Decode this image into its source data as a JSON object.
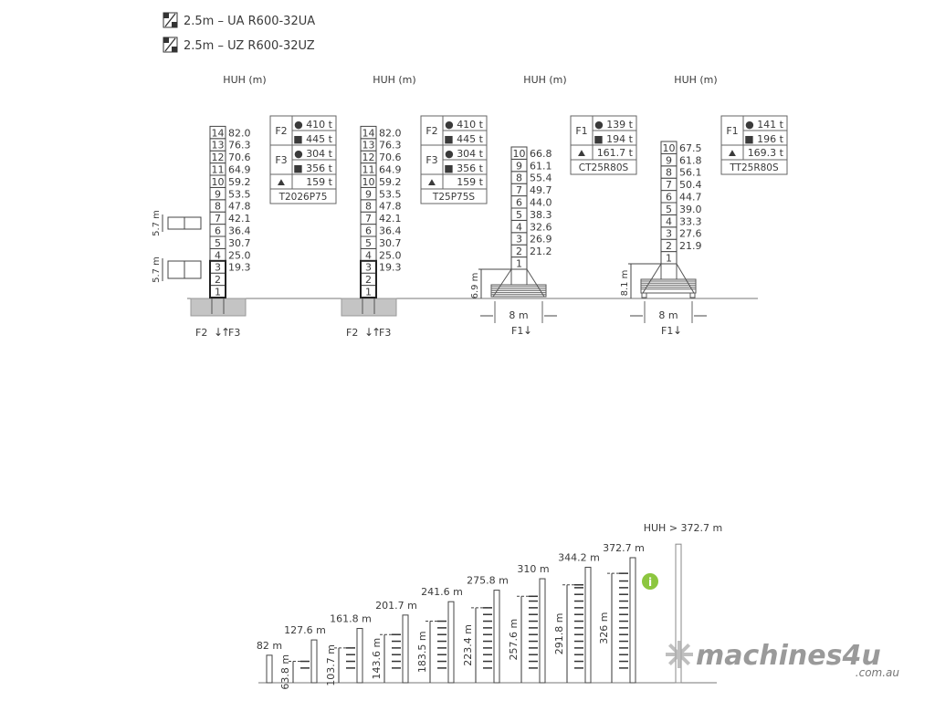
{
  "legend": [
    {
      "icon": "climbing-section-icon",
      "text": "2.5m – UA  R600-32UA"
    },
    {
      "icon": "climbing-section-icon",
      "text": "2.5m – UZ  R600-32UZ"
    }
  ],
  "towers": [
    {
      "huh_label": "HUH (m)",
      "sections": [
        "1",
        "2",
        "3",
        "4",
        "5",
        "6",
        "7",
        "8",
        "9",
        "10",
        "11",
        "12",
        "13",
        "14"
      ],
      "heights": [
        "",
        "",
        "19.3",
        "25.0",
        "30.7",
        "36.4",
        "42.1",
        "47.8",
        "53.5",
        "59.2",
        "64.9",
        "70.6",
        "76.3",
        "82.0"
      ],
      "base": "foundation",
      "dims": [
        "5.7 m",
        "5.7 m"
      ],
      "forces": [
        "F2",
        "F3"
      ],
      "table": {
        "rows": [
          {
            "group": "F2",
            "items": [
              "● 410 t",
              "■ 445 t"
            ]
          },
          {
            "group": "F3",
            "items": [
              "● 304 t",
              "■ 356 t"
            ]
          }
        ],
        "weight": "159 t",
        "weight_icon": "weight-icon",
        "model": "T2026P75"
      }
    },
    {
      "huh_label": "HUH (m)",
      "sections": [
        "1",
        "2",
        "3",
        "4",
        "5",
        "6",
        "7",
        "8",
        "9",
        "10",
        "11",
        "12",
        "13",
        "14"
      ],
      "heights": [
        "",
        "",
        "19.3",
        "25.0",
        "30.7",
        "36.4",
        "42.1",
        "47.8",
        "53.5",
        "59.2",
        "64.9",
        "70.6",
        "76.3",
        "82.0"
      ],
      "base": "foundation",
      "dims": [],
      "forces": [
        "F2",
        "F3"
      ],
      "table": {
        "rows": [
          {
            "group": "F2",
            "items": [
              "● 410 t",
              "■ 445 t"
            ]
          },
          {
            "group": "F3",
            "items": [
              "● 304 t",
              "■ 356 t"
            ]
          }
        ],
        "weight": "159 t",
        "weight_icon": "weight-icon",
        "model": "T25P75S"
      }
    },
    {
      "huh_label": "HUH (m)",
      "sections": [
        "1",
        "2",
        "3",
        "4",
        "5",
        "6",
        "7",
        "8",
        "9",
        "10"
      ],
      "heights": [
        "",
        "21.2",
        "26.9",
        "32.6",
        "38.3",
        "44.0",
        "49.7",
        "55.4",
        "61.1",
        "66.8"
      ],
      "base": "cross",
      "dims": [
        "6.9 m"
      ],
      "base_width": "8 m",
      "forces": [
        "F1"
      ],
      "table": {
        "rows": [
          {
            "group": "F1",
            "items": [
              "● 139 t",
              "■ 194 t"
            ]
          }
        ],
        "weight": "161.7 t",
        "weight_icon": "weight-icon",
        "model": "CT25R80S"
      }
    },
    {
      "huh_label": "HUH (m)",
      "sections": [
        "1",
        "2",
        "3",
        "4",
        "5",
        "6",
        "7",
        "8",
        "9",
        "10"
      ],
      "heights": [
        "",
        "21.9",
        "27.6",
        "33.3",
        "39.0",
        "44.7",
        "50.4",
        "56.1",
        "61.8",
        "67.5"
      ],
      "base": "travelling",
      "dims": [
        "8.1 m"
      ],
      "base_width": "8 m",
      "forces": [
        "F1"
      ],
      "table": {
        "rows": [
          {
            "group": "F1",
            "items": [
              "● 141 t",
              "■ 196 t"
            ]
          }
        ],
        "weight": "169.3 t",
        "weight_icon": "weight-icon",
        "model": "TT25R80S"
      }
    }
  ],
  "climbing_chart": {
    "bars": [
      {
        "height": 82,
        "label": "82 m",
        "anchor": null,
        "anchor_label": ""
      },
      {
        "height": 127.6,
        "label": "127.6 m",
        "anchor": 63.8,
        "anchor_label": "63.8 m"
      },
      {
        "height": 161.8,
        "label": "161.8 m",
        "anchor": 103.7,
        "anchor_label": "103.7 m"
      },
      {
        "height": 201.7,
        "label": "201.7 m",
        "anchor": 143.6,
        "anchor_label": "143.6 m"
      },
      {
        "height": 241.6,
        "label": "241.6 m",
        "anchor": 183.5,
        "anchor_label": "183.5 m"
      },
      {
        "height": 275.8,
        "label": "275.8 m",
        "anchor": 223.4,
        "anchor_label": "223.4 m"
      },
      {
        "height": 310,
        "label": "310 m",
        "anchor": 257.6,
        "anchor_label": "257.6 m"
      },
      {
        "height": 344.2,
        "label": "344.2 m",
        "anchor": 291.8,
        "anchor_label": "291.8 m"
      },
      {
        "height": 372.7,
        "label": "372.7 m",
        "anchor": 326,
        "anchor_label": "326 m"
      },
      {
        "height": 413,
        "label": "HUH > 372.7 m",
        "anchor": null,
        "anchor_label": ""
      }
    ],
    "info_icon": "info-icon",
    "info_color": "#8cc63f"
  },
  "watermark": {
    "brand": "machines4u",
    "domain": ".com.au"
  }
}
